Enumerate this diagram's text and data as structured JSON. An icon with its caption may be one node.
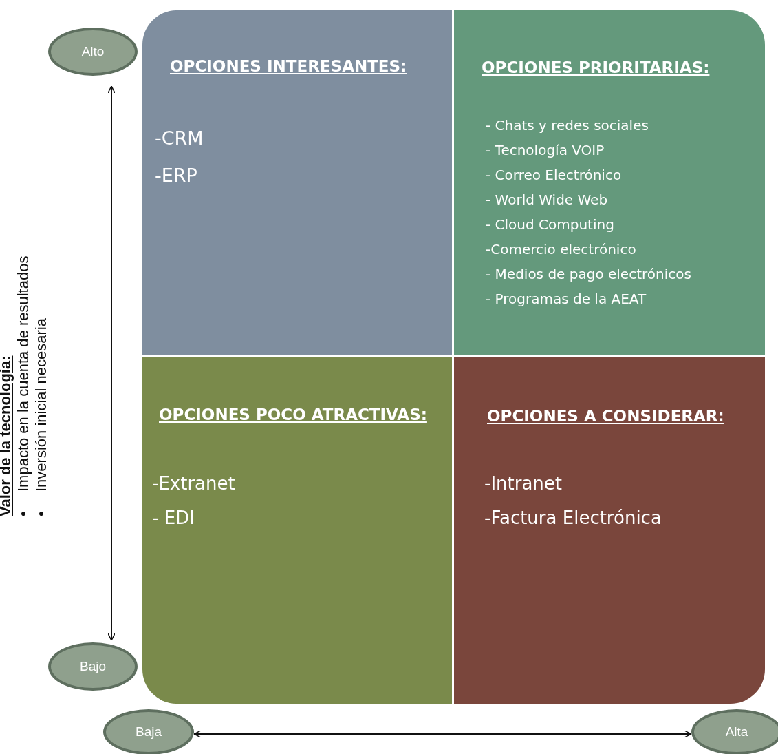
{
  "diagram": {
    "nodes": [
      {
        "text": [
          "Alto"
        ]
      },
      {
        "text": [
          "Bajo"
        ]
      },
      {
        "text": [
          "Baja"
        ]
      },
      {
        "text": [
          "Alta"
        ]
      },
      {
        "text": [
          "OPCIONES INTERESANTES:",
          "-CRM",
          "-ERP"
        ]
      },
      {
        "text": [
          "OPCIONES PRIORITARIAS:",
          "- Chats y redes sociales",
          "- Tecnología VOIP",
          "- Correo Electrónico",
          "- World Wide Web",
          "- Cloud Computing",
          "-Comercio electrónico",
          "- Medios de pago electrónicos",
          "- Programas de la AEAT"
        ]
      },
      {
        "text": [
          "OPCIONES POCO ATRACTIVAS:",
          "-Extranet",
          "- EDI"
        ]
      },
      {
        "text": [
          "OPCIONES A CONSIDERAR:",
          "-Intranet",
          "-Factura Electrónica"
        ]
      }
    ],
    "edges": [
      {
        "from": 0,
        "to": 1,
        "arrow": "both"
      },
      {
        "from": 2,
        "to": 3,
        "arrow": "both"
      }
    ],
    "labels": [
      "Valor de la tecnología:",
      "•",
      "Impacto en la cuenta de resultados",
      "•",
      "Inversión inicial necesaria"
    ]
  }
}
